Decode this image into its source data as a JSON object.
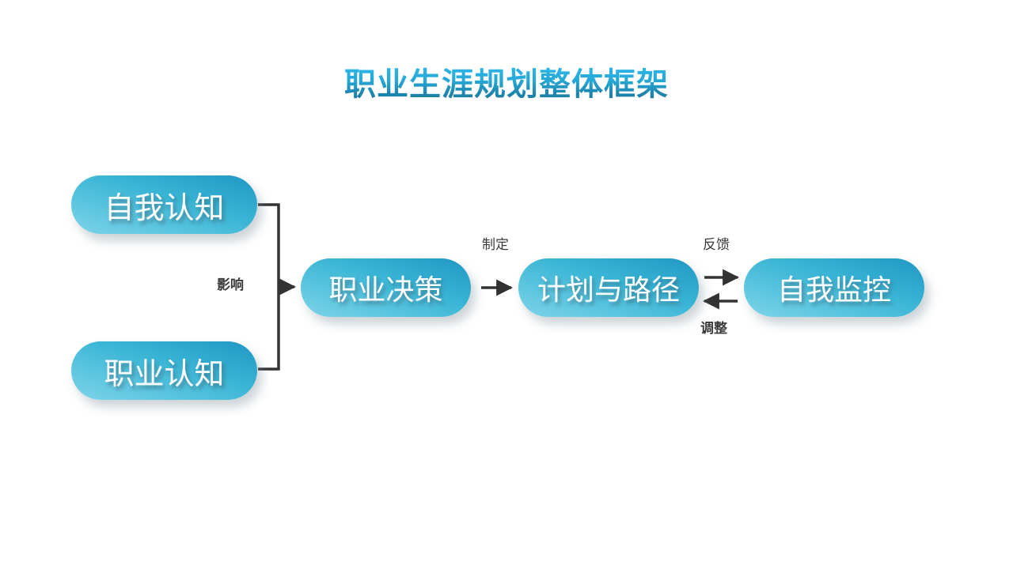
{
  "slide": {
    "title": "职业生涯规划整体框架",
    "background_color": "#ffffff",
    "title_gradient_from": "#2cb8ea",
    "title_gradient_to": "#1a7595"
  },
  "nodes": [
    {
      "id": "self-cognition",
      "label": "自我认知",
      "fill_from": "#7fd3e8",
      "fill_to": "#2196c4"
    },
    {
      "id": "career-cognition",
      "label": "职业认知",
      "fill_from": "#7fd3e8",
      "fill_to": "#2196c4"
    },
    {
      "id": "career-decision",
      "label": "职业决策",
      "fill_from": "#7fd3e8",
      "fill_to": "#2196c4"
    },
    {
      "id": "plan-path",
      "label": "计划与路径",
      "fill_from": "#7fd3e8",
      "fill_to": "#2196c4"
    },
    {
      "id": "self-monitor",
      "label": "自我监控",
      "fill_from": "#7fd3e8",
      "fill_to": "#2196c4"
    }
  ],
  "edges": [
    {
      "id": "influence",
      "label": "影响",
      "from": "self-cognition+career-cognition",
      "to": "career-decision",
      "direction": "right"
    },
    {
      "id": "make",
      "label": "制定",
      "from": "career-decision",
      "to": "plan-path",
      "direction": "right"
    },
    {
      "id": "feedback",
      "label": "反馈",
      "from": "plan-path",
      "to": "self-monitor",
      "direction": "right"
    },
    {
      "id": "adjust",
      "label": "调整",
      "from": "self-monitor",
      "to": "plan-path",
      "direction": "left"
    }
  ],
  "connector_color": "#333333"
}
